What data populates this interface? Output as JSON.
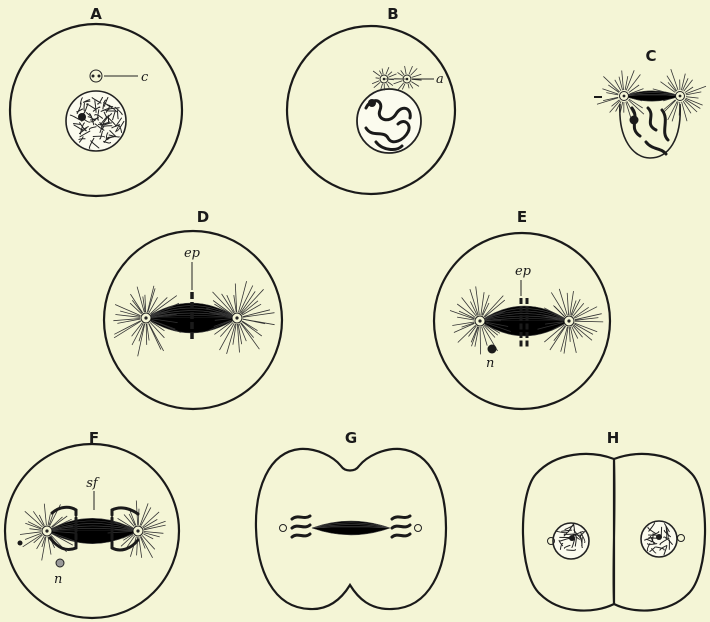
{
  "panels": [
    {
      "key": "a",
      "label": "A",
      "callout": "c"
    },
    {
      "key": "b",
      "label": "B",
      "callout": "a"
    },
    {
      "key": "c",
      "label": "C"
    },
    {
      "key": "d",
      "label": "D",
      "callout": "ep"
    },
    {
      "key": "e",
      "label": "E",
      "callout": "ep",
      "callout2": "n"
    },
    {
      "key": "f",
      "label": "F",
      "callout": "sf",
      "callout2": "n"
    },
    {
      "key": "g",
      "label": "G"
    },
    {
      "key": "h",
      "label": "H"
    }
  ]
}
